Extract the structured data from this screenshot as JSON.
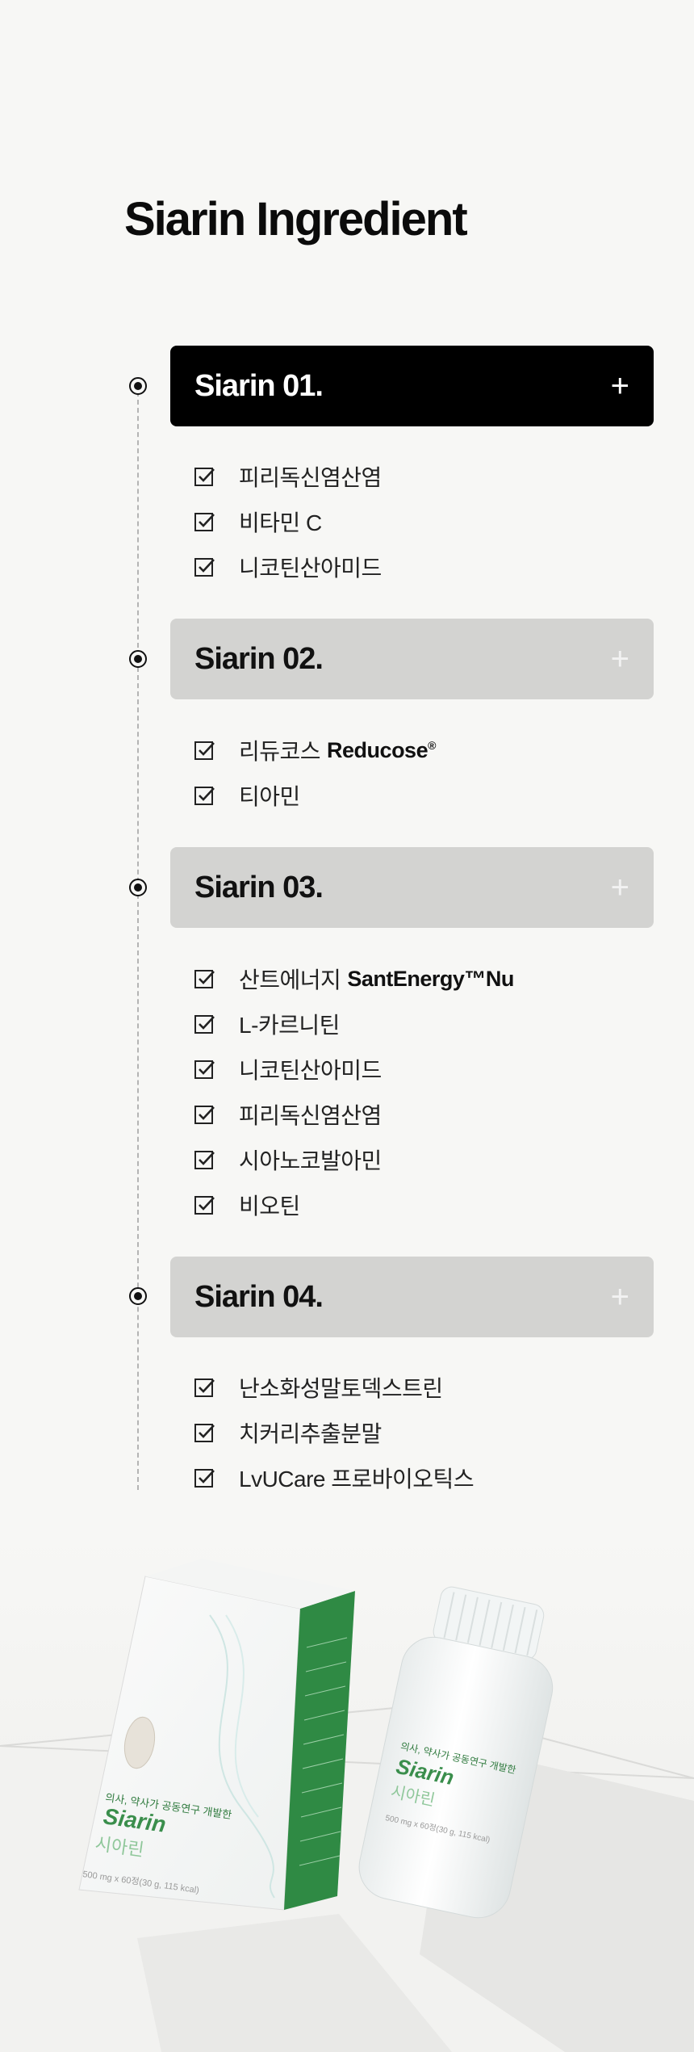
{
  "page_title": "Siarin Ingredient",
  "sections": [
    {
      "label": "Siarin 01.",
      "icon": "plus-icon",
      "plus": "+",
      "items": [
        {
          "text": "피리독신염산염"
        },
        {
          "text": "비타민 C"
        },
        {
          "text": "니코틴산아미드"
        }
      ]
    },
    {
      "label": "Siarin 02.",
      "icon": "plus-icon",
      "plus": "+",
      "items": [
        {
          "text": "리듀코스",
          "brand": "Reducose",
          "sup": "®"
        },
        {
          "text": "티아민"
        }
      ]
    },
    {
      "label": "Siarin 03.",
      "icon": "plus-icon",
      "plus": "+",
      "items": [
        {
          "text": "산트에너지",
          "brand": "SantEnergy™Nu"
        },
        {
          "text": "L-카르니틴"
        },
        {
          "text": "니코틴산아미드"
        },
        {
          "text": "피리독신염산염"
        },
        {
          "text": "시아노코발아민"
        },
        {
          "text": "비오틴"
        }
      ]
    },
    {
      "label": "Siarin 04.",
      "icon": "plus-icon",
      "plus": "+",
      "items": [
        {
          "text": "난소화성말토덱스트린"
        },
        {
          "text": "치커리추출분말"
        },
        {
          "text": "LvUCare 프로바이오틱스"
        }
      ]
    }
  ],
  "product": {
    "box_tagline": "의사, 약사가 공동연구 개발한",
    "brand_en": "Siarin",
    "brand_ko": "시아린",
    "box_spec": "500 mg x 60정(30 g, 115 kcal)",
    "bottle_tagline": "의사, 약사가 공동연구 개발한",
    "bottle_spec": "500 mg x 60정(30 g, 115 kcal)"
  }
}
